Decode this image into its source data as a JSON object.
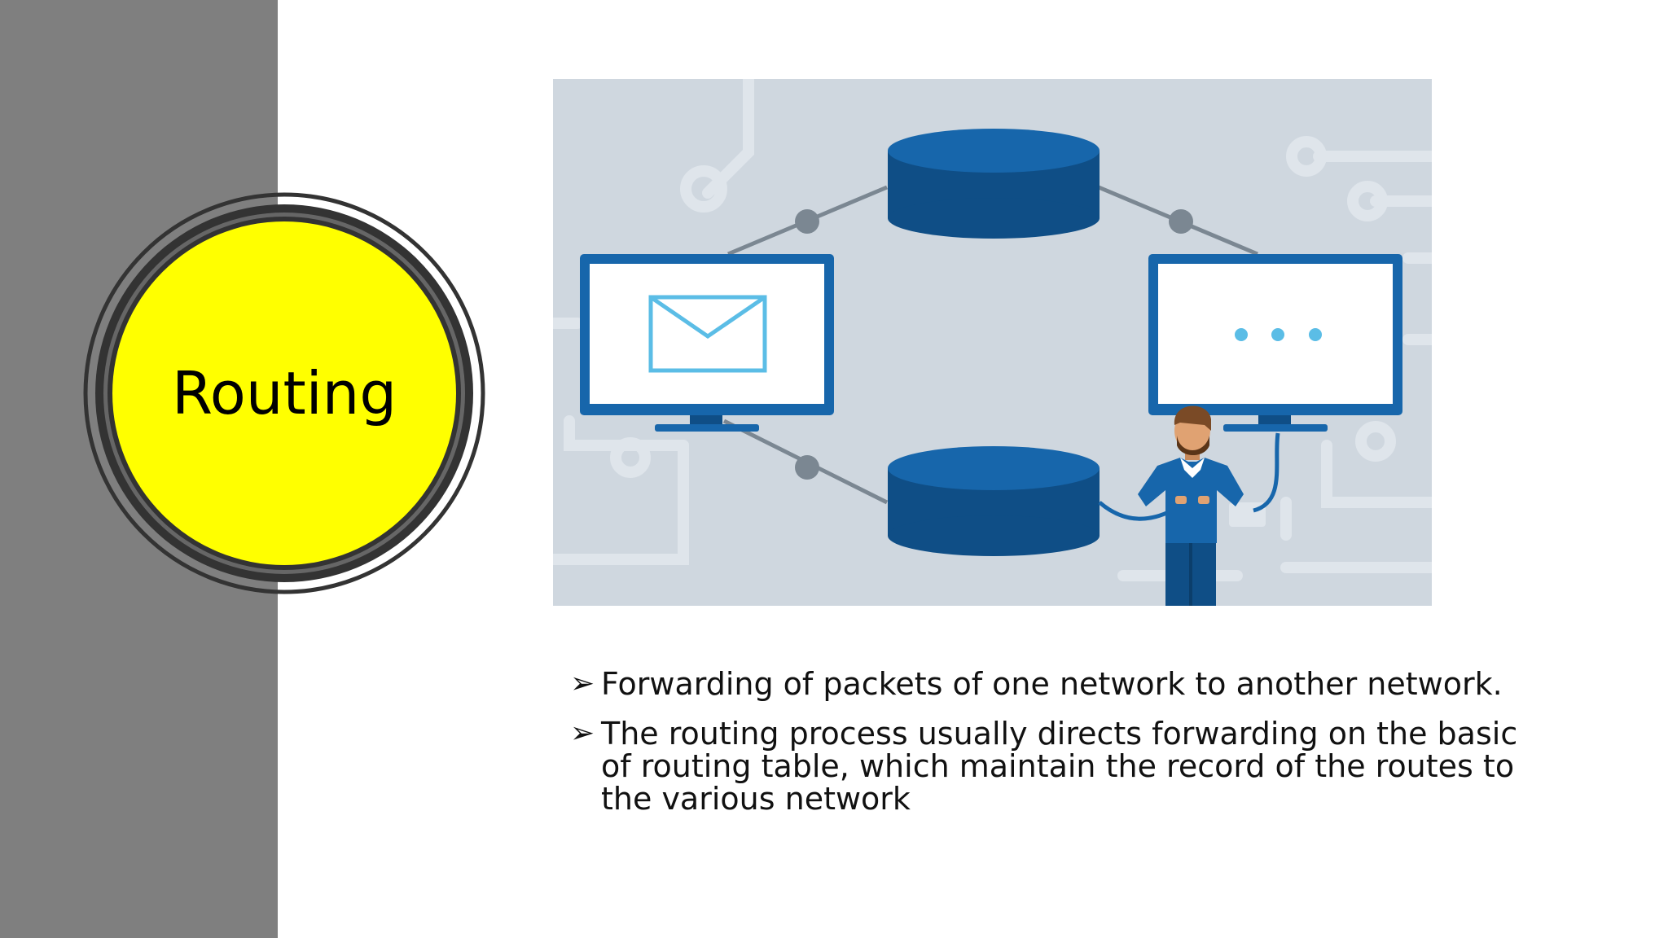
{
  "slide": {
    "title": "Routing",
    "bullet_marker": "➢",
    "bullets": [
      "Forwarding of packets of one network to another network.",
      "The routing process usually directs forwarding on the basic of routing table, which maintain the record of the routes to the various network"
    ]
  },
  "colors": {
    "side_band": "#7f7f7f",
    "title_circle_fill": "#ffff00",
    "title_circle_ring": "#333333",
    "illustration_bg": "#cfd7df",
    "illustration_blue": "#0f5a9a",
    "illustration_accent": "#5bbde6"
  },
  "illustration": {
    "icons": [
      "database-icon",
      "monitor-icon",
      "envelope-icon",
      "ellipsis-icon",
      "person-icon"
    ]
  }
}
